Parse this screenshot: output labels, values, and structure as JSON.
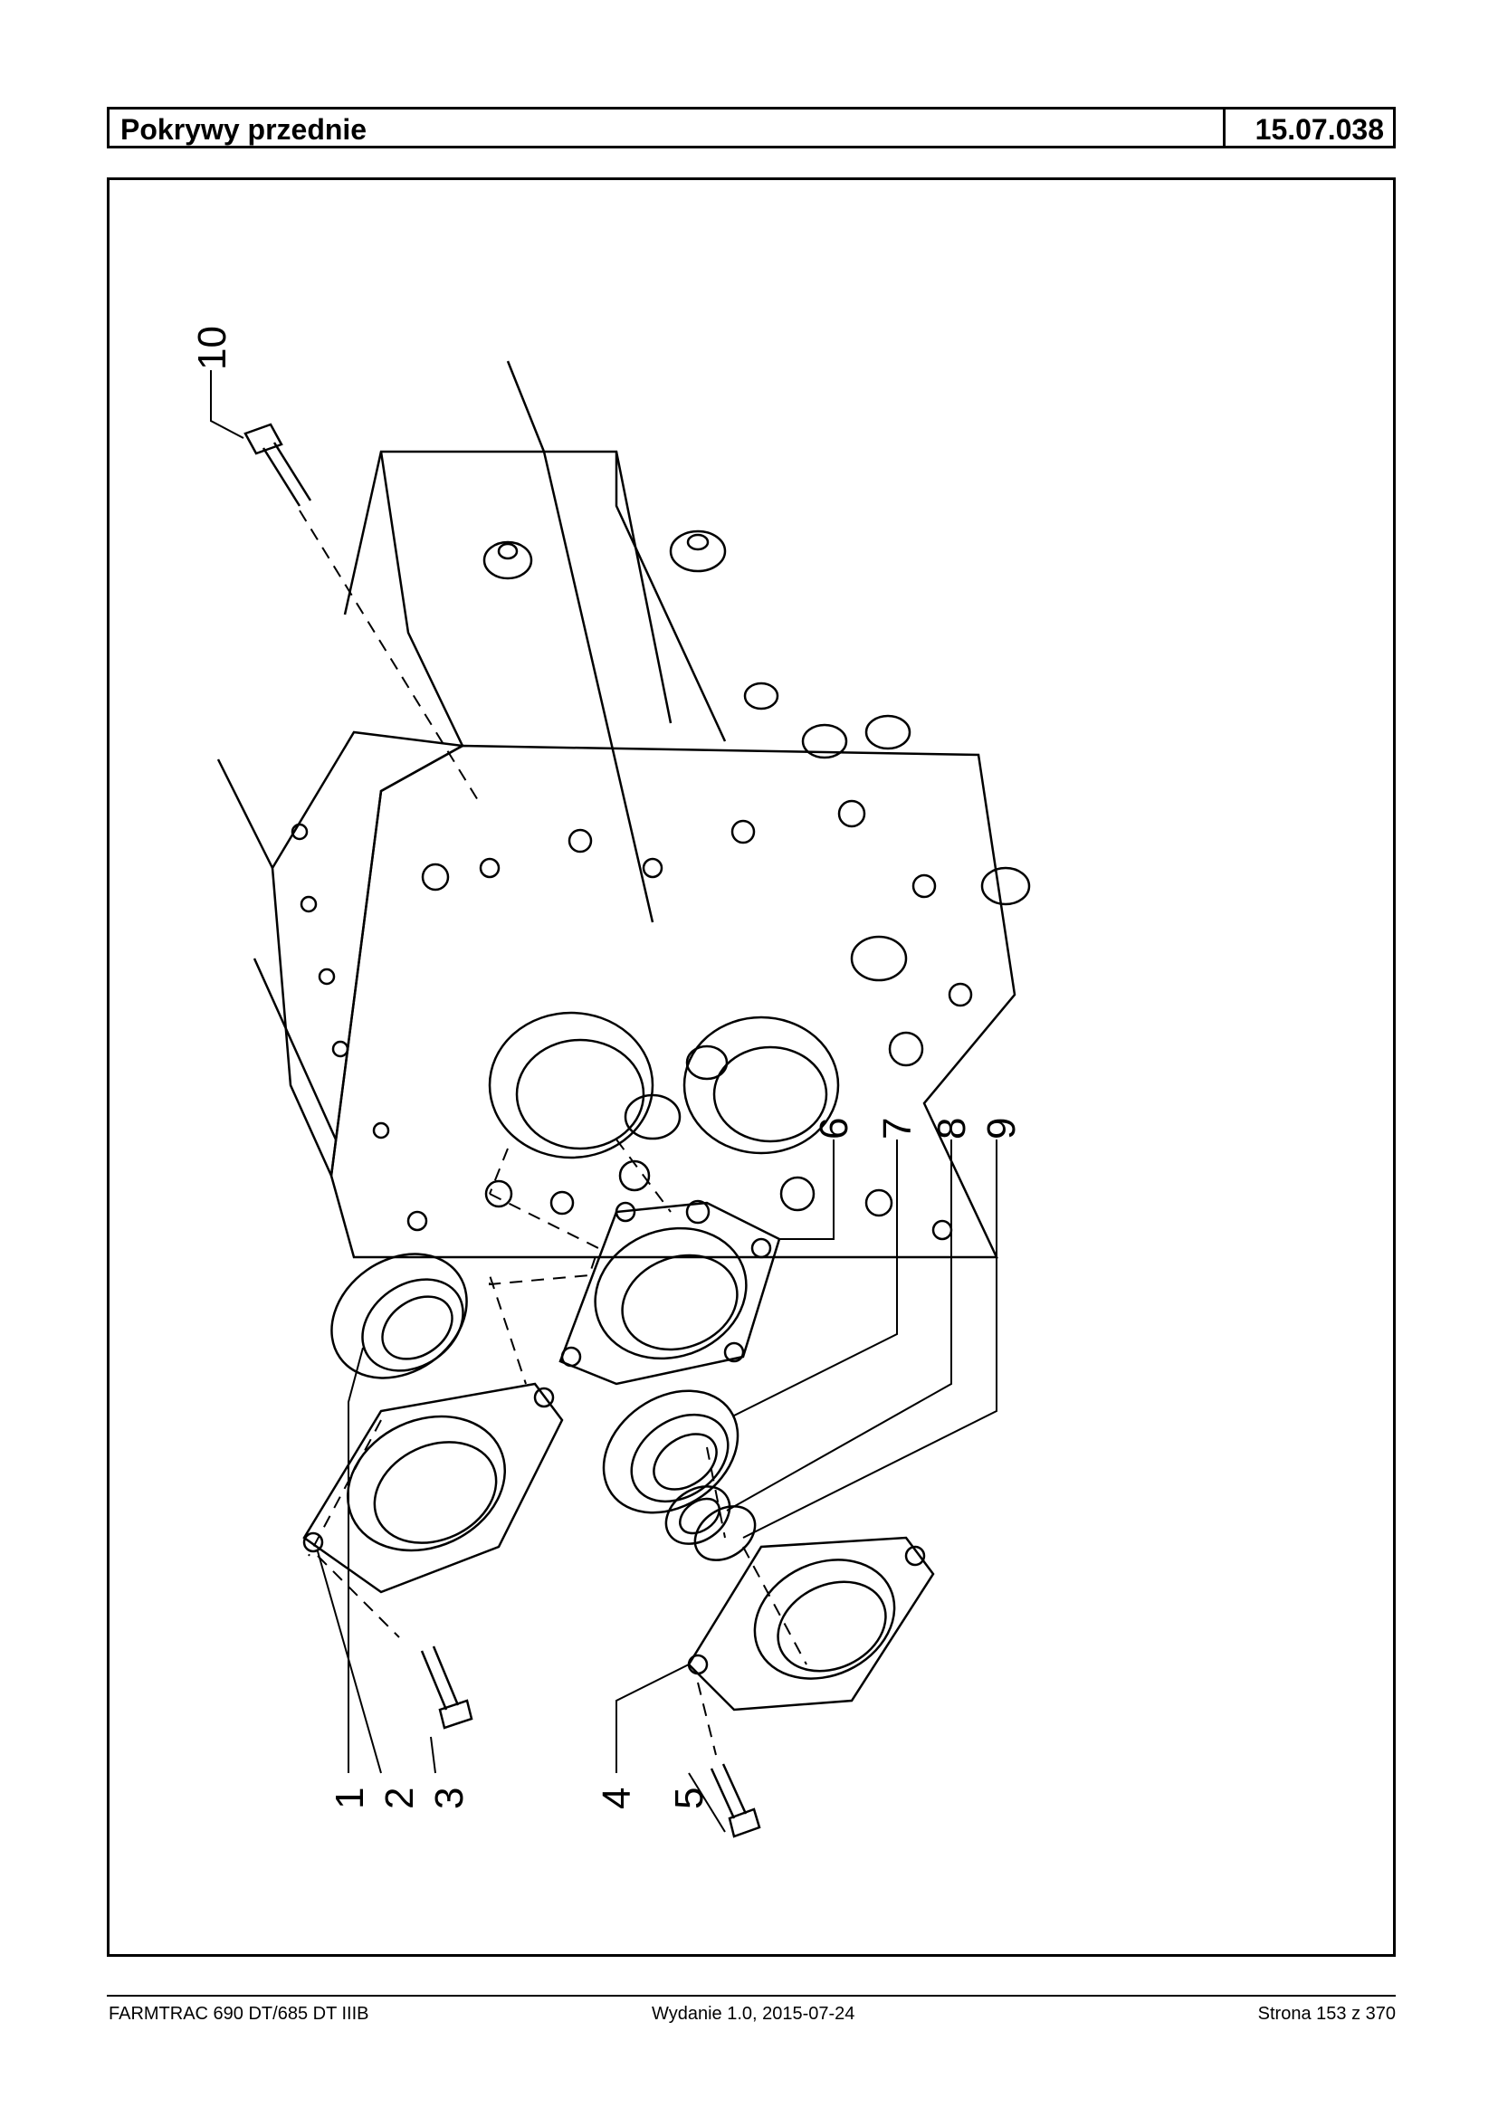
{
  "header": {
    "title": "Pokrywy przednie",
    "code": "15.07.038"
  },
  "diagram": {
    "callouts": [
      "1",
      "2",
      "3",
      "4",
      "5",
      "6",
      "7",
      "8",
      "9",
      "10"
    ]
  },
  "footer": {
    "model": "FARMTRAC 690 DT/685 DT IIIB",
    "edition": "Wydanie 1.0,  2015-07-24",
    "page": "Strona 153 z 370"
  }
}
